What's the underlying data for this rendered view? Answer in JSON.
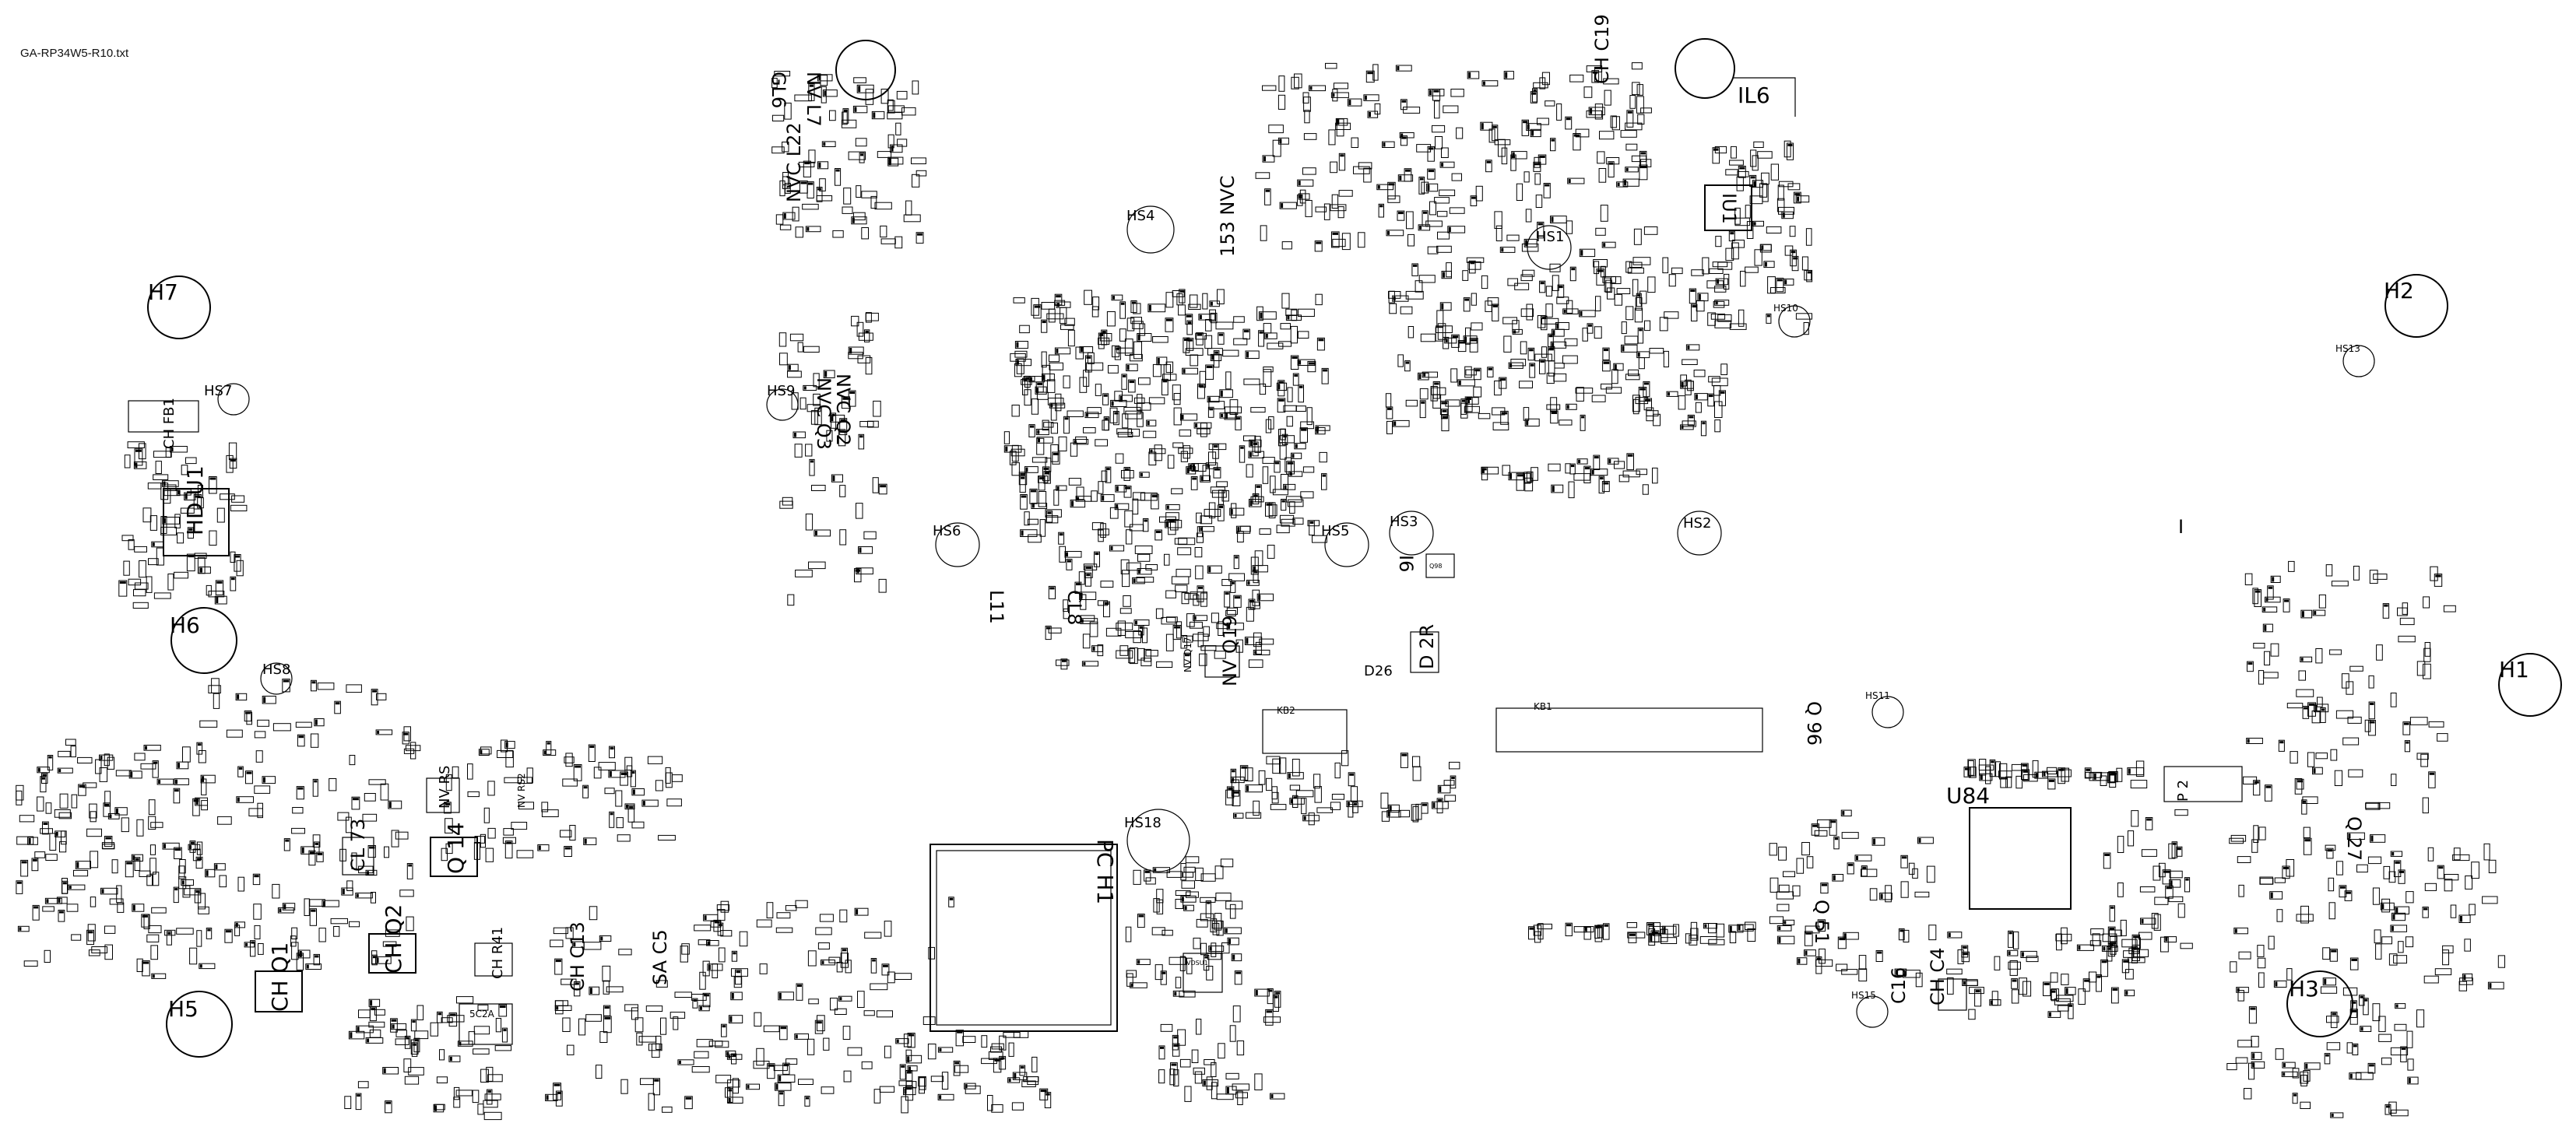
{
  "file_title": "GA-RP34W5-R10.txt",
  "holes": [
    {
      "id": "h7",
      "label": "H7"
    },
    {
      "id": "h6",
      "label": "H6"
    },
    {
      "id": "h5",
      "label": "H5"
    },
    {
      "id": "h2",
      "label": "H2"
    },
    {
      "id": "h1",
      "label": "H1"
    },
    {
      "id": "h3",
      "label": "H3"
    },
    {
      "id": "il6",
      "label": "IL6"
    }
  ],
  "heatsinks": [
    {
      "id": "hs7",
      "label": "HS7"
    },
    {
      "id": "hs8",
      "label": "HS8"
    },
    {
      "id": "hs9",
      "label": "HS9"
    },
    {
      "id": "hs6",
      "label": "HS6"
    },
    {
      "id": "hs4",
      "label": "HS4"
    },
    {
      "id": "hs1",
      "label": "HS1"
    },
    {
      "id": "hs5",
      "label": "HS5"
    },
    {
      "id": "hs3",
      "label": "HS3"
    },
    {
      "id": "hs2",
      "label": "HS2"
    },
    {
      "id": "hs10",
      "label": "HS10"
    },
    {
      "id": "hs13",
      "label": "HS13"
    },
    {
      "id": "hs11",
      "label": "HS11"
    },
    {
      "id": "hs15",
      "label": "HS15"
    },
    {
      "id": "hs18",
      "label": "HS18"
    }
  ],
  "chips": [
    {
      "id": "u1",
      "label": "HD U1"
    },
    {
      "id": "iu1",
      "label": "IU1"
    },
    {
      "id": "u84",
      "label": "U84"
    },
    {
      "id": "pch",
      "label": "PC H1"
    },
    {
      "id": "kb1",
      "label": "KB1"
    },
    {
      "id": "kb2",
      "label": "KB2"
    },
    {
      "id": "csc2a",
      "label": "5C2A"
    },
    {
      "id": "vdsu1",
      "label": "VDSU1"
    }
  ],
  "components": [
    {
      "id": "q14",
      "label": "Q 14"
    },
    {
      "id": "ch-q2",
      "label": "CH Q2"
    },
    {
      "id": "ch-q1",
      "label": "CH Q1"
    },
    {
      "id": "cl-73",
      "label": "CL 73"
    },
    {
      "id": "ch-c13",
      "label": "CH C13"
    },
    {
      "id": "sa-c5",
      "label": "SA C5"
    },
    {
      "id": "ch-r41",
      "label": "CH R41"
    },
    {
      "id": "nv-q19",
      "label": "NV Q19"
    },
    {
      "id": "d26",
      "label": "D26"
    },
    {
      "id": "d-2r",
      "label": "D 2R"
    },
    {
      "id": "cl8",
      "label": "CL8"
    },
    {
      "id": "nv-q17",
      "label": "NV Q17"
    },
    {
      "id": "nvc-l22",
      "label": "NVC L22"
    },
    {
      "id": "gl6",
      "label": "GL6"
    },
    {
      "id": "nv-l7",
      "label": "NV L7"
    },
    {
      "id": "nvc-q2",
      "label": "NVC Q2"
    },
    {
      "id": "nvc-q3",
      "label": "NVC Q3"
    },
    {
      "id": "ch-c19",
      "label": "CH C19"
    },
    {
      "id": "c16",
      "label": "C16"
    },
    {
      "id": "ch-c4",
      "label": "CH C4"
    },
    {
      "id": "q96",
      "label": "Q 96"
    },
    {
      "id": "q-51",
      "label": "Q 51"
    },
    {
      "id": "q-27",
      "label": "Q 27"
    },
    {
      "id": "nv-rs",
      "label": "NV RS"
    },
    {
      "id": "nv-rs2",
      "label": "NV RS2"
    },
    {
      "id": "i6",
      "label": "I6"
    },
    {
      "id": "l11",
      "label": "L11"
    },
    {
      "id": "nvc-153",
      "label": "153 NVC"
    },
    {
      "id": "ch-fb1",
      "label": "CH FB1"
    },
    {
      "id": "q98",
      "label": "Q98"
    },
    {
      "id": "p-2",
      "label": "P 2"
    },
    {
      "id": "i-mark",
      "label": "I"
    }
  ]
}
